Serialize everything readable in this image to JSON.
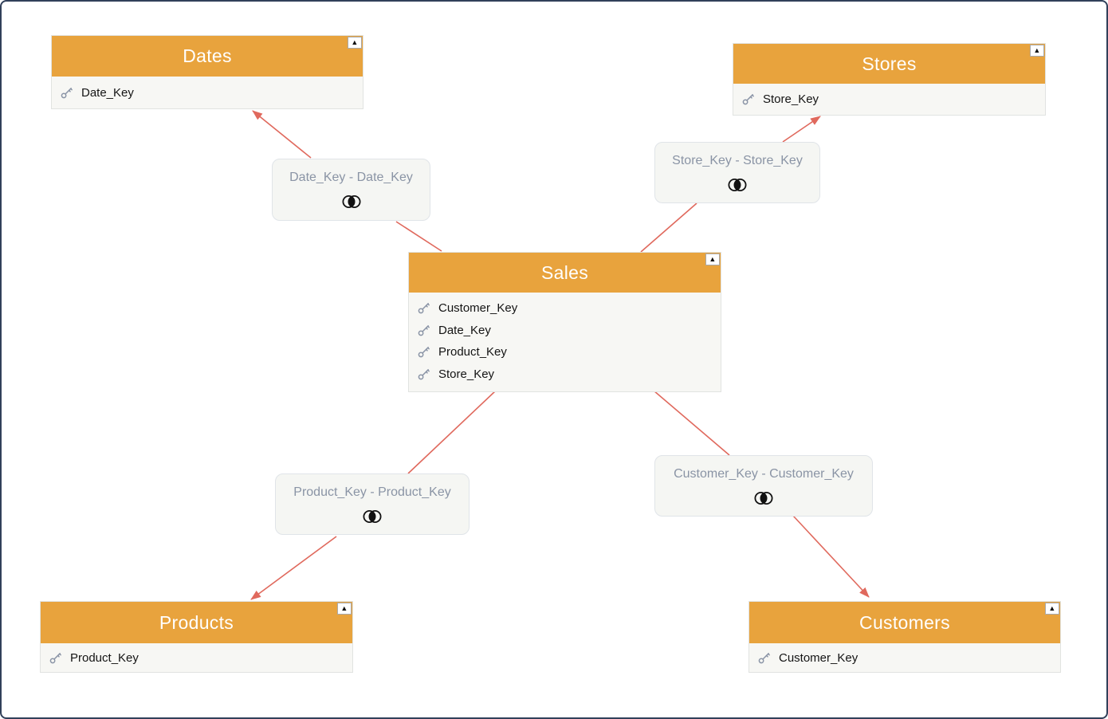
{
  "tables": [
    {
      "title": "Dates",
      "fields": [
        "Date_Key"
      ]
    },
    {
      "title": "Stores",
      "fields": [
        "Store_Key"
      ]
    },
    {
      "title": "Sales",
      "fields": [
        "Customer_Key",
        "Date_Key",
        "Product_Key",
        "Store_Key"
      ]
    },
    {
      "title": "Products",
      "fields": [
        "Product_Key"
      ]
    },
    {
      "title": "Customers",
      "fields": [
        "Customer_Key"
      ]
    }
  ],
  "relationships": [
    {
      "label": "Date_Key - Date_Key"
    },
    {
      "label": "Store_Key - Store_Key"
    },
    {
      "label": "Product_Key - Product_Key"
    },
    {
      "label": "Customer_Key - Customer_Key"
    }
  ],
  "icons": {
    "collapse": "▲",
    "key": "key-icon",
    "join": "inner-join-icon"
  },
  "colors": {
    "table_header": "#E8A33D",
    "table_body": "#F7F7F4",
    "relationship_text": "#8A94A5",
    "arrow": "#E0695D",
    "frame_border": "#31405A",
    "key_icon": "#8A94A6"
  }
}
